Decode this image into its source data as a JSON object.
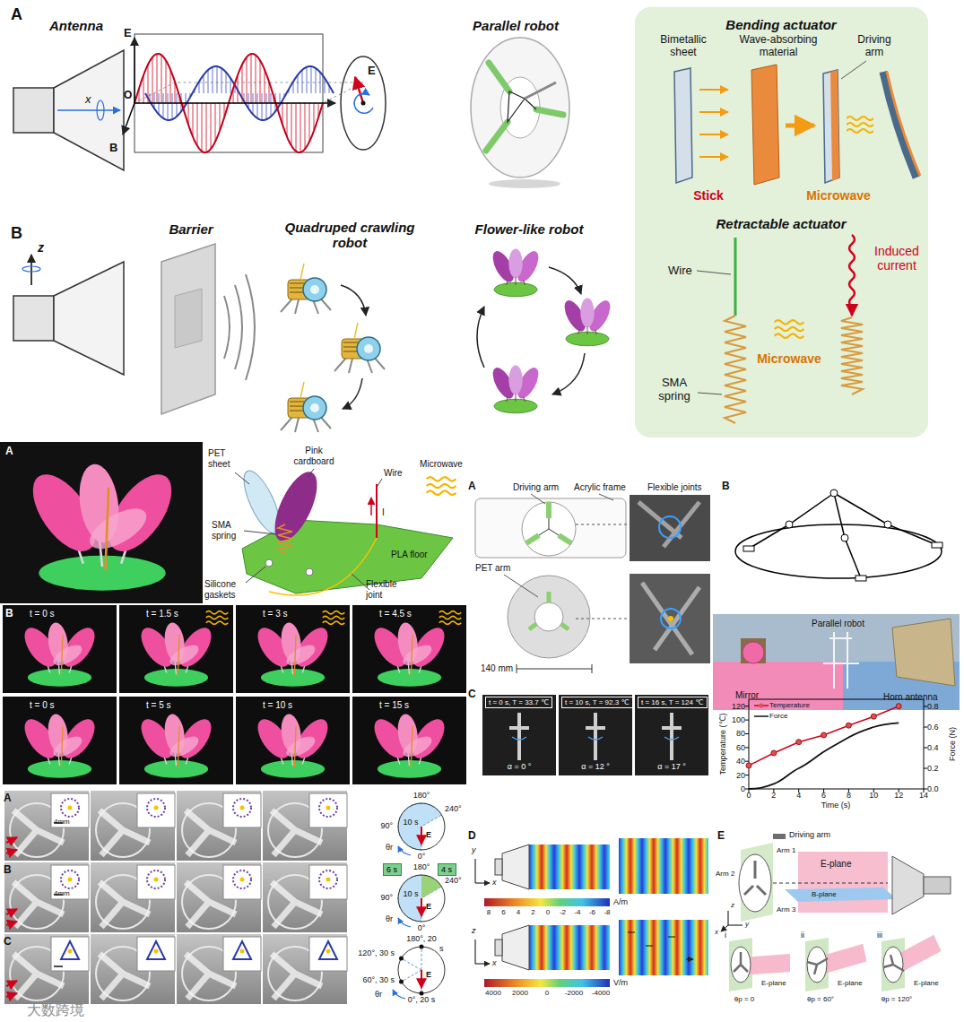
{
  "diagram": {
    "nodes": [
      {
        "text": [
          "Bending actuator",
          "Retractable actuator"
        ]
      },
      {
        "text": [
          "t = 0 s, T = 33.7 ℃"
        ]
      },
      {
        "text": [
          "t = 10 s, T = 92.3 ℃"
        ]
      },
      {
        "text": [
          "t = 16 s, T = 124 ℃"
        ]
      },
      {
        "text": [
          "6 s"
        ]
      },
      {
        "text": [
          "4 s"
        ]
      }
    ],
    "labels": [
      "A",
      "Antenna",
      "x",
      "E",
      "O",
      "B",
      "E",
      "Parallel robot",
      "Bimetallic sheet",
      "Wave-absorbing material",
      "Driving arm",
      "Stick",
      "Microwave",
      "Wire",
      "Induced current",
      "Microwave",
      "SMA spring",
      "B",
      "z",
      "Barrier",
      "Quadruped crawling robot",
      "Flower-like robot",
      "A",
      "Pink cardboard",
      "PET sheet",
      "Wire",
      "Microwave",
      "I",
      "SMA spring",
      "PLA floor",
      "Silicone gaskets",
      "Flexible joint",
      "B",
      "t = 0 s",
      "t = 1.5 s",
      "t = 3 s",
      "t = 4.5 s",
      "t = 0 s",
      "t = 5 s",
      "t = 10 s",
      "t = 15 s",
      "A",
      "4mm",
      "180°",
      "240°",
      "10 s",
      "90°",
      "E",
      "0°",
      "θr",
      "B",
      "4mm",
      "180°",
      "240°",
      "10 s",
      "90°",
      "E",
      "0°",
      "θr",
      "C",
      "180°, 20",
      "s",
      "120°, 30 s",
      "60°, 30 s",
      "0°, 20 s",
      "E",
      "θr",
      "A",
      "Driving arm",
      "Acrylic frame",
      "Flexible joints",
      "PET arm",
      "140 mm",
      "B",
      "Mirror",
      "Parallel robot",
      "Horn antenna",
      "C",
      "α = 0 °",
      "α = 12 °",
      "α = 17 °",
      "Temperature (℃)",
      "Force (N)",
      "Time (s)",
      "0",
      "20",
      "40",
      "60",
      "80",
      "100",
      "120",
      "0.0",
      "0.2",
      "0.4",
      "0.6",
      "0.8",
      "0",
      "2",
      "4",
      "6",
      "8",
      "10",
      "12",
      "14",
      "D",
      "y",
      "x",
      "z",
      "x",
      "8",
      "6",
      "4",
      "2",
      "0",
      "-2",
      "-4",
      "-6",
      "-8",
      "A/m",
      "4000",
      "2000",
      "0",
      "-2000",
      "-4000",
      "V/m",
      "E",
      "Arm 1",
      "Arm 2",
      "Arm 3",
      "E-plane",
      "B-plane",
      "z",
      "y",
      "x",
      "i",
      "ii",
      "iii",
      "E-plane",
      "E-plane",
      "E-plane",
      "θp = 0",
      "θp = 60°",
      "θp = 120°",
      "大数跨境"
    ],
    "legend": [
      {
        "text": "Temperature"
      },
      {
        "text": "Force"
      },
      {
        "text": "Driving arm",
        "color": "#6e6e6e"
      }
    ]
  }
}
